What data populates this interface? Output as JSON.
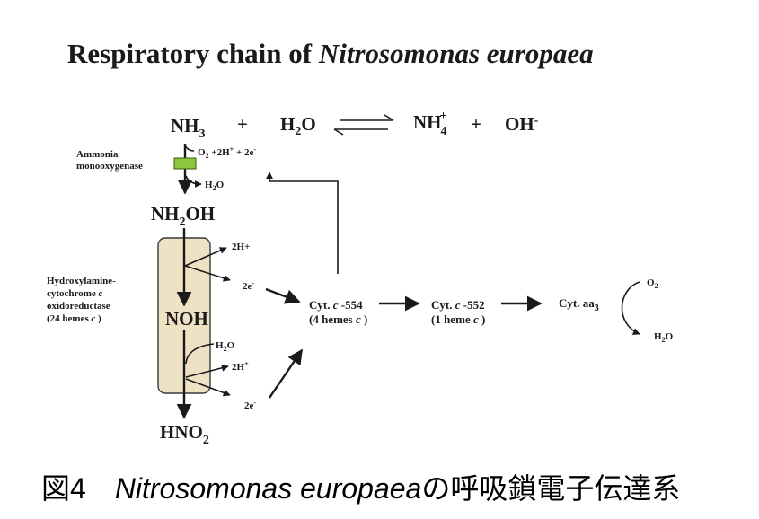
{
  "title": {
    "prefix": "Respiratory chain of ",
    "species": "Nitrosomonas europaea"
  },
  "equation": {
    "nh3": "NH",
    "nh3_sub": "3",
    "plus1": "+",
    "h2o": "H",
    "h2o_sub": "2",
    "h2o_tail": "O",
    "nh4": "NH",
    "nh4_sub": "4",
    "nh4_sup": "+",
    "plus2": "+",
    "oh": "OH",
    "oh_sup": "-"
  },
  "amo": {
    "label_line1": "Ammonia",
    "label_line2": "monooxygenase",
    "input": "O",
    "input_sub": "2",
    "input_mid": " +2H",
    "input_sup1": "+",
    "input_end": " + 2e",
    "input_sup2": "-",
    "output": "H",
    "output_sub": "2",
    "output_end": "O",
    "color": "#8cc63f"
  },
  "nh2oh": {
    "a": "NH",
    "sub": "2",
    "b": "OH"
  },
  "hao": {
    "label_line1": "Hydroxylamine-",
    "label_line2": "cytochrome ",
    "label_line2_italic": "c",
    "label_line3": "oxidoreductase",
    "label_line4": "(24 hemes ",
    "label_line4_italic": "c",
    "label_line4_end": " )",
    "box_color": "#efe2c4",
    "upper_h": "2H+",
    "upper_e": "2e",
    "upper_e_sup": "-",
    "noh": "NOH",
    "h2o": "H",
    "h2o_sub": "2",
    "h2o_end": "O",
    "lower_h": "2H",
    "lower_h_sup": "+",
    "lower_e": "2e",
    "lower_e_sup": "-"
  },
  "hno2": {
    "a": "HNO",
    "sub": "2"
  },
  "cyt554": {
    "line1": "Cyt. ",
    "line1_italic": "c",
    "line1_end": " -554",
    "line2": "(4 hemes ",
    "line2_italic": "c",
    "line2_end": " )"
  },
  "cyt552": {
    "line1": "Cyt. ",
    "line1_italic": "c",
    "line1_end": " -552",
    "line2": "(1 heme ",
    "line2_italic": "c",
    "line2_end": " )"
  },
  "cytaa3": {
    "a": "Cyt. aa",
    "sub": "3"
  },
  "terminal": {
    "o2": "O",
    "o2_sub": "2",
    "h2o": "H",
    "h2o_sub": "2",
    "h2o_end": "O"
  },
  "caption": {
    "prefix": "図4　",
    "species": "Nitrosomonas europaea",
    "suffix": "の呼吸鎖電子伝達系"
  }
}
